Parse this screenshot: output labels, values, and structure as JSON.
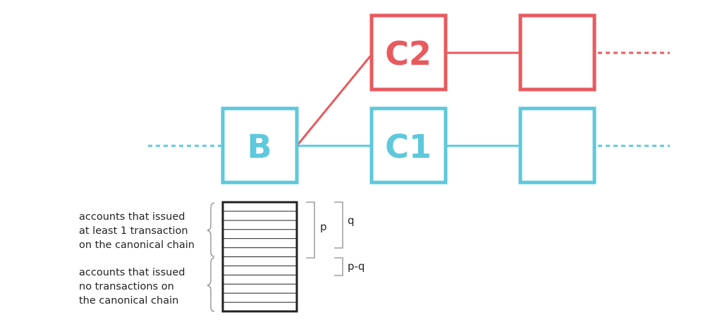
{
  "colors": {
    "canonical": "#5ec8dc",
    "fork": "#e85a5e",
    "ink": "#222222",
    "bracket": "#8c8c8c"
  },
  "blocks": {
    "b": "B",
    "c1": "C1",
    "c2": "C2",
    "blank_canonical": "",
    "blank_fork": ""
  },
  "account_list": {
    "rows": 12,
    "active_rows": 6
  },
  "brackets": {
    "p": "p",
    "q": "q",
    "p_minus_q": "p-q"
  },
  "notes": {
    "active": [
      "accounts that issued",
      "at least 1 transaction",
      "on the canonical chain"
    ],
    "inactive": [
      "accounts that issued",
      "no transactions on",
      "the canonical chain"
    ]
  }
}
